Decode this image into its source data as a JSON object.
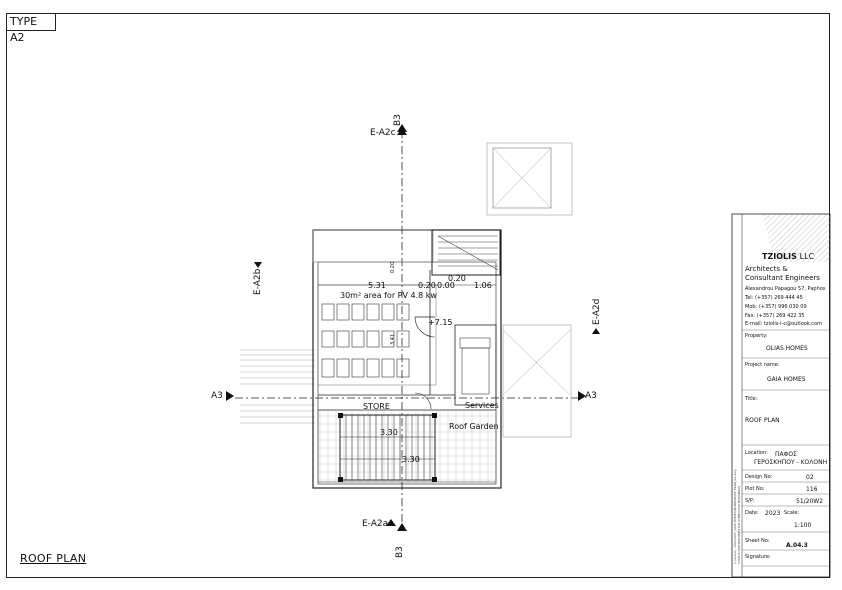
{
  "sheet": {
    "type_label": "TYPE A2",
    "drawing_title": "ROOF PLAN"
  },
  "section_markers": {
    "b3_top": "B3",
    "b3_bottom": "B3",
    "a3_left": "A3",
    "a3_right": "A3",
    "e_a2c": "E-A2c",
    "e_a2a": "E-A2a",
    "e_a2b": "E-A2b",
    "e_a2d": "E-A2d"
  },
  "plan_labels": {
    "dim_531": "5.31",
    "dim_020a": "0.20",
    "dim_000": "0.00",
    "dim_106": "1.06",
    "dim_020b": "0.20",
    "dim_020c": "0.20",
    "dim_vertical": "3.41",
    "pv_area": "30m² area for PV 4.8 kw",
    "level": "+7.15",
    "store": "STORE",
    "services": "Services",
    "roof_garden": "Roof Garden",
    "dim_small_1": "3.30",
    "dim_small_2": "3.30"
  },
  "title_block": {
    "company": "TZIOLIS",
    "company_suffix": "LLC",
    "subtitle_1": "Architects &",
    "subtitle_2": "Consultant Engineers",
    "address": "Alexandrou Papagou 57, Paphos",
    "tel": "Tel:    (+357) 269 444 45",
    "mob": "Mob:  (+357) 996 030 09",
    "fax": "Fax:   (+357) 269 422 35",
    "email": "E-mail:  tziolis-l-c@outlook.com",
    "property_label": "Property:",
    "property_value": "OLIAS HOMES",
    "project_label": "Project name:",
    "project_value": "GAIA HOMES",
    "title_label": "Title:",
    "title_value": "ROOF PLAN",
    "location_label": "Location:",
    "location_value_1": "ΠΑΦΟΣ",
    "location_value_2": "ΓΕΡΟΣΚΗΠΟΥ - ΚΟΛΟΝΗ",
    "design_label": "Design No:",
    "design_value": "02",
    "plot_label": "Plot No:",
    "plot_value": "116",
    "sp_label": "S/P:",
    "sp_value": "51/20W2",
    "date_label": "Date:",
    "date_value": "2023",
    "scale_label": "Scale:",
    "scale_value": "1:100",
    "sheet_label": "Sheet No:",
    "sheet_value": "A.04.3",
    "signature_label": "Signature:",
    "file_path_1": "C:\\Users\\...\\2023\\Α03_GAIA HOMES\\PLANS\\ROOF PLAN_A2.dwg",
    "file_path_2": "TZIOLIS ΑΡΧΙΤΕΚΤΟΝΕΣ ΚΑΙ ΣΥΜΒΟΥΛΟΙ ΜΗΧΑΝΙΚΟΙ"
  },
  "colors": {
    "line": "#222222",
    "light_line": "#888888",
    "hatch": "#777777"
  }
}
